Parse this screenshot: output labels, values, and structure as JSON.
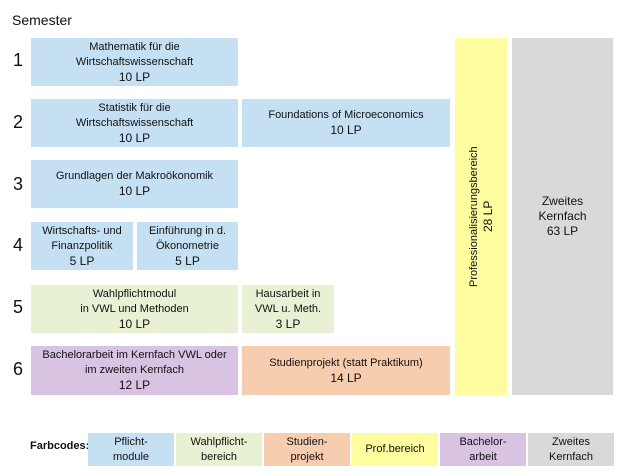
{
  "header": {
    "title": "Semester"
  },
  "semesters": [
    "1",
    "2",
    "3",
    "4",
    "5",
    "6"
  ],
  "modules": {
    "mathe": {
      "line1": "Mathematik für die",
      "line2": "Wirtschaftswissenschaft",
      "lp": "10 LP"
    },
    "statistik": {
      "line1": "Statistik für die",
      "line2": "Wirtschaftswissenschaft",
      "lp": "10 LP"
    },
    "micro": {
      "line1": "Foundations of Microeconomics",
      "lp": "10 LP"
    },
    "makro": {
      "line1": "Grundlagen der Makroökonomik",
      "lp": "10 LP"
    },
    "wipo": {
      "line1": "Wirtschafts- und",
      "line2": "Finanzpolitik",
      "lp": "5 LP"
    },
    "oekonometrie": {
      "line1": "Einführung in d.",
      "line2": "Ökonometrie",
      "lp": "5 LP"
    },
    "wahlpflicht": {
      "line1": "Wahlpflichtmodul",
      "line2": "in VWL und Methoden",
      "lp": "10 LP"
    },
    "hausarbeit": {
      "line1": "Hausarbeit in",
      "line2": "VWL u. Meth.",
      "lp": "3 LP"
    },
    "bachelor": {
      "line1": "Bachelorarbeit im Kernfach VWL oder",
      "line2": "im zweiten Kernfach",
      "lp": "12 LP"
    },
    "studienprojekt": {
      "line1": "Studienprojekt (statt Praktikum)",
      "lp": "14 LP"
    },
    "profbereich": {
      "line1": "Professionalisierungsbereich",
      "lp": "28 LP"
    },
    "zweites": {
      "line1": "Zweites",
      "line2": "Kernfach",
      "lp": "63 LP"
    }
  },
  "legend": {
    "label": "Farbcodes:",
    "items": [
      {
        "line1": "Pflicht-",
        "line2": "module",
        "color": "#c5e0f2"
      },
      {
        "line1": "Wahlpflicht-",
        "line2": "bereich",
        "color": "#e9f1d4"
      },
      {
        "line1": "Studien-",
        "line2": "projekt",
        "color": "#f7cdb0"
      },
      {
        "line1": "Prof.bereich",
        "line2": "",
        "color": "#fdfd9f"
      },
      {
        "line1": "Bachelor-",
        "line2": "arbeit",
        "color": "#d9c3e2"
      },
      {
        "line1": "Zweites",
        "line2": "Kernfach",
        "color": "#d9d9d9"
      }
    ]
  }
}
